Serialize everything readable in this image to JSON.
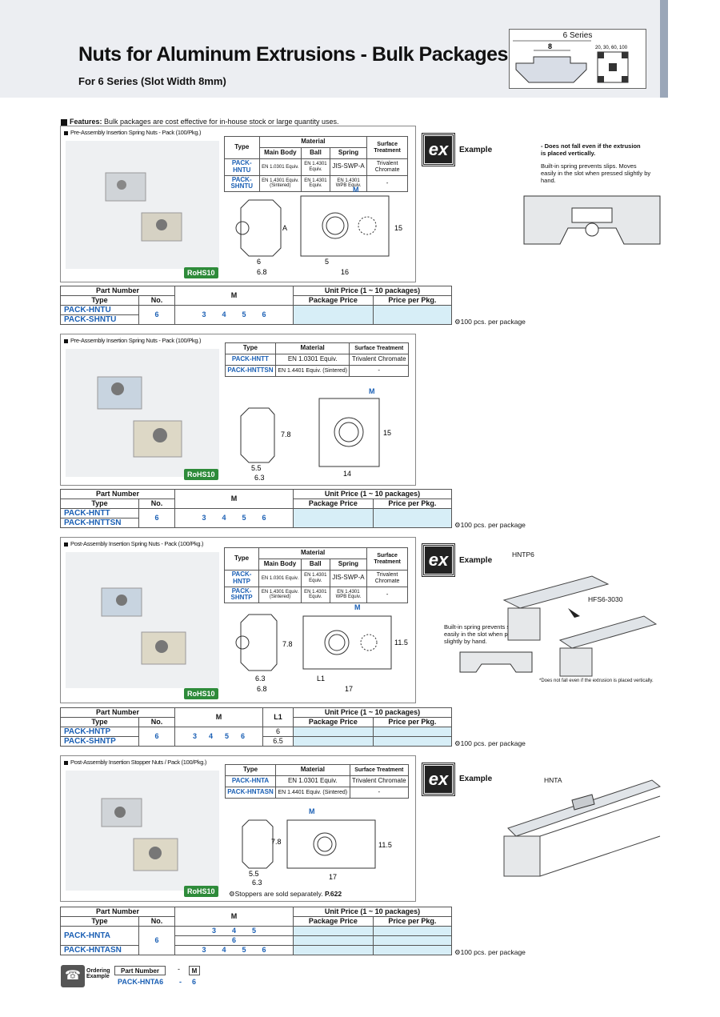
{
  "header": {
    "title": "Nuts for Aluminum Extrusions - Bulk Packages",
    "subtitle": "For 6 Series (Slot Width 8mm)",
    "series_label": "6 Series",
    "slot_width": "8",
    "sizes": "20, 30, 60, 100"
  },
  "features": {
    "label": "Features:",
    "text": "Bulk packages are cost effective for in-house stock or large quantity uses."
  },
  "rohs": "RoHS10",
  "example_label": "Example",
  "ex_text": "ex",
  "pack_note": "100 pcs. per package",
  "sec1": {
    "title": "Pre-Assembly Insertion Spring Nuts - Pack (100/Pkg.)",
    "mat": {
      "type": "Type",
      "material": "Material",
      "main_body": "Main Body",
      "ball": "Ball",
      "spring": "Spring",
      "surface": "Surface Treatment",
      "rows": [
        {
          "type": "PACK-HNTU",
          "main": "EN 1.0301 Equiv.",
          "ball": "EN 1.4301 Equiv.",
          "spring": "JIS-SWP-A",
          "surf": "Trivalent Chromate"
        },
        {
          "type": "PACK-SHNTU",
          "main": "EN 1.4301 Equiv. (Sintered)",
          "ball": "EN 1.4301 Equiv.",
          "spring": "EN 1.4301 WPB Equiv.",
          "surf": "-"
        }
      ]
    },
    "dims": {
      "m": "M",
      "a": "A",
      "d15": "15",
      "d5": "5",
      "d6": "6",
      "d68": "6.8",
      "d16": "16"
    },
    "ex_note1": "- Does not fall even if the extrusion is placed vertically.",
    "ex_note2": "Built-in spring prevents slips. Moves easily in the slot when pressed slightly by hand."
  },
  "sec2": {
    "title": "Pre-Assembly Insertion Spring Nuts - Pack (100/Pkg.)",
    "mat": {
      "rows": [
        {
          "type": "PACK-HNTT",
          "main": "EN 1.0301 Equiv.",
          "surf": "Trivalent Chromate"
        },
        {
          "type": "PACK-HNTTSN",
          "main": "EN 1.4401 Equiv. (Sintered)",
          "surf": "-"
        }
      ]
    },
    "dims": {
      "m": "M",
      "d78": "7.8",
      "d15": "15",
      "d55": "5.5",
      "d63": "6.3",
      "d14": "14"
    }
  },
  "sec3": {
    "title": "Post-Assembly Insertion Spring Nuts - Pack (100/Pkg.)",
    "mat": {
      "rows": [
        {
          "type": "PACK-HNTP",
          "main": "EN 1.0301 Equiv.",
          "ball": "EN 1.4301 Equiv.",
          "spring": "JIS-SWP-A",
          "surf": "Trivalent Chromate"
        },
        {
          "type": "PACK-SHNTP",
          "main": "EN 1.4301 Equiv. (Sintered)",
          "ball": "EN 1.4301 Equiv.",
          "spring": "EN 1.4301 WPB Equiv.",
          "surf": "-"
        }
      ]
    },
    "dims": {
      "m": "M",
      "d78": "7.8",
      "d115": "11.5",
      "d63": "6.3",
      "d68": "6.8",
      "l1": "L1",
      "d17": "17"
    },
    "ex_hntp": "HNTP6",
    "ex_hfs": "HFS6-3030",
    "ex_note1": "Built-in spring prevents slips. Moves easily in the slot when pressed slightly by hand.",
    "ex_note2": "*Does not fall even if the extrusion is placed vertically."
  },
  "sec4": {
    "title": "Post-Assembly Insertion Stopper Nuts / Pack (100/Pkg.)",
    "mat": {
      "rows": [
        {
          "type": "PACK-HNTA",
          "main": "EN 1.0301 Equiv.",
          "surf": "Trivalent Chromate"
        },
        {
          "type": "PACK-HNTASN",
          "main": "EN 1.4401 Equiv. (Sintered)",
          "surf": "-"
        }
      ]
    },
    "dims": {
      "m": "M",
      "d78": "7.8",
      "d115": "11.5",
      "d55": "5.5",
      "d63": "6.3",
      "d17": "17"
    },
    "stopper_note": "Stoppers are sold separately.",
    "stopper_page": "P.622",
    "ex_hnta": "HNTA"
  },
  "price": {
    "part_number": "Part Number",
    "type": "Type",
    "no": "No.",
    "m": "M",
    "l1": "L1",
    "unit_price": "Unit Price (1 ~ 10 packages)",
    "package_price": "Package Price",
    "price_per_pkg": "Price per Pkg.",
    "no_val": "6",
    "s1": {
      "types": [
        "PACK-HNTU",
        "PACK-SHNTU"
      ],
      "m": [
        "3",
        "4",
        "5",
        "6"
      ]
    },
    "s2": {
      "types": [
        "PACK-HNTT",
        "PACK-HNTTSN"
      ],
      "m": [
        "3",
        "4",
        "5",
        "6"
      ]
    },
    "s3": {
      "types": [
        "PACK-HNTP",
        "PACK-SHNTP"
      ],
      "m": [
        "3",
        "4",
        "5",
        "6"
      ],
      "l1": [
        "6",
        "6.5"
      ]
    },
    "s4": {
      "types": [
        "PACK-HNTA",
        "PACK-HNTASN"
      ],
      "m_a": [
        "3",
        "4",
        "5"
      ],
      "m_a2": "6",
      "m_b": [
        "3",
        "4",
        "5",
        "6"
      ]
    }
  },
  "ordering": {
    "label": "Ordering Example",
    "pn": "Part Number",
    "dash": "-",
    "m": "M",
    "pn_val": "PACK-HNTA6",
    "m_val": "6"
  }
}
